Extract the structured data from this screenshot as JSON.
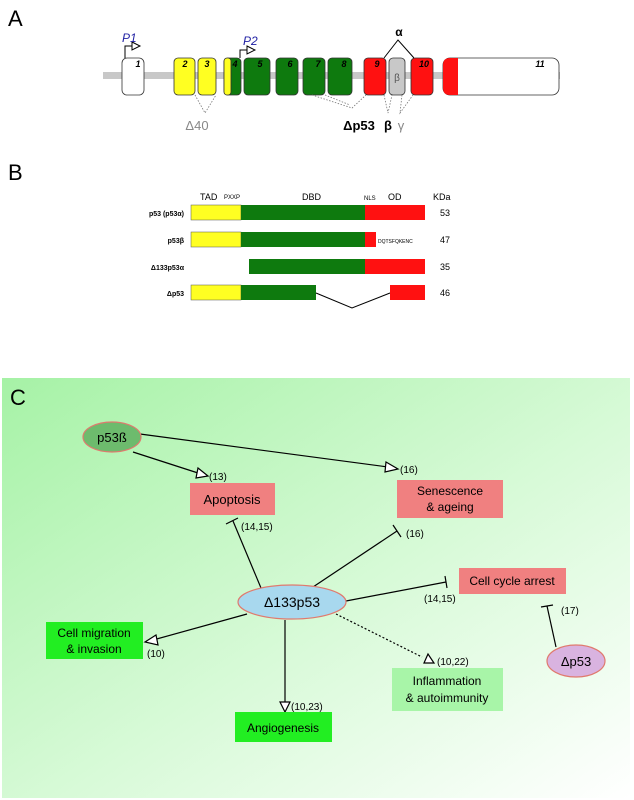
{
  "panels": {
    "a": "A",
    "b": "B",
    "c": "C"
  },
  "panel_a": {
    "promoters": [
      "P1",
      "P2"
    ],
    "exons": [
      "1",
      "2",
      "3",
      "4",
      "5",
      "6",
      "7",
      "8",
      "9",
      "10",
      "11"
    ],
    "beta_box": "β",
    "alpha": "α",
    "d40": "Δ40",
    "dp53": "Δp53",
    "beta": "β",
    "gamma": "γ"
  },
  "panel_b": {
    "headers": {
      "tad": "TAD",
      "pxxp": "PXXP",
      "dbd": "DBD",
      "nls": "NLS",
      "od": "OD",
      "kda": "KDa"
    },
    "rows": [
      {
        "name": "p53 (p53α)",
        "kda": "53"
      },
      {
        "name": "p53β",
        "kda": "47",
        "note": "DQTSFQKENC"
      },
      {
        "name": "Δ133p53α",
        "kda": "35"
      },
      {
        "name": "Δp53",
        "kda": "46"
      }
    ]
  },
  "panel_c": {
    "nodes": {
      "p53b": "p53ß",
      "d133": "Δ133p53",
      "dp53": "Δp53",
      "apoptosis": "Apoptosis",
      "senescence_1": "Senescence",
      "senescence_2": "& ageing",
      "cell_cycle": "Cell cycle arrest",
      "migration_1": "Cell migration",
      "migration_2": "& invasion",
      "inflammation_1": "Inflammation",
      "inflammation_2": "& autoimmunity",
      "angiogenesis": "Angiogenesis"
    },
    "refs": {
      "r13": "(13)",
      "r16a": "(16)",
      "r1415a": "(14,15)",
      "r16b": "(16)",
      "r1415b": "(14,15)",
      "r17": "(17)",
      "r10": "(10)",
      "r1022": "(10,22)",
      "r1023": "(10,23)"
    }
  },
  "colors": {
    "yellow": "#ffff22",
    "green": "#0e7a0e",
    "red": "#ff1111",
    "grey_bar": "#c8c8c8",
    "bright_green": "#22ee22",
    "salmon": "#f08080",
    "light_green": "#a8f5a8",
    "p53b_fill": "#6dbb6d",
    "d133_fill": "#a8d8ee",
    "dp53_fill": "#d9b3e0",
    "promoter_blue": "#1f1fa3"
  }
}
